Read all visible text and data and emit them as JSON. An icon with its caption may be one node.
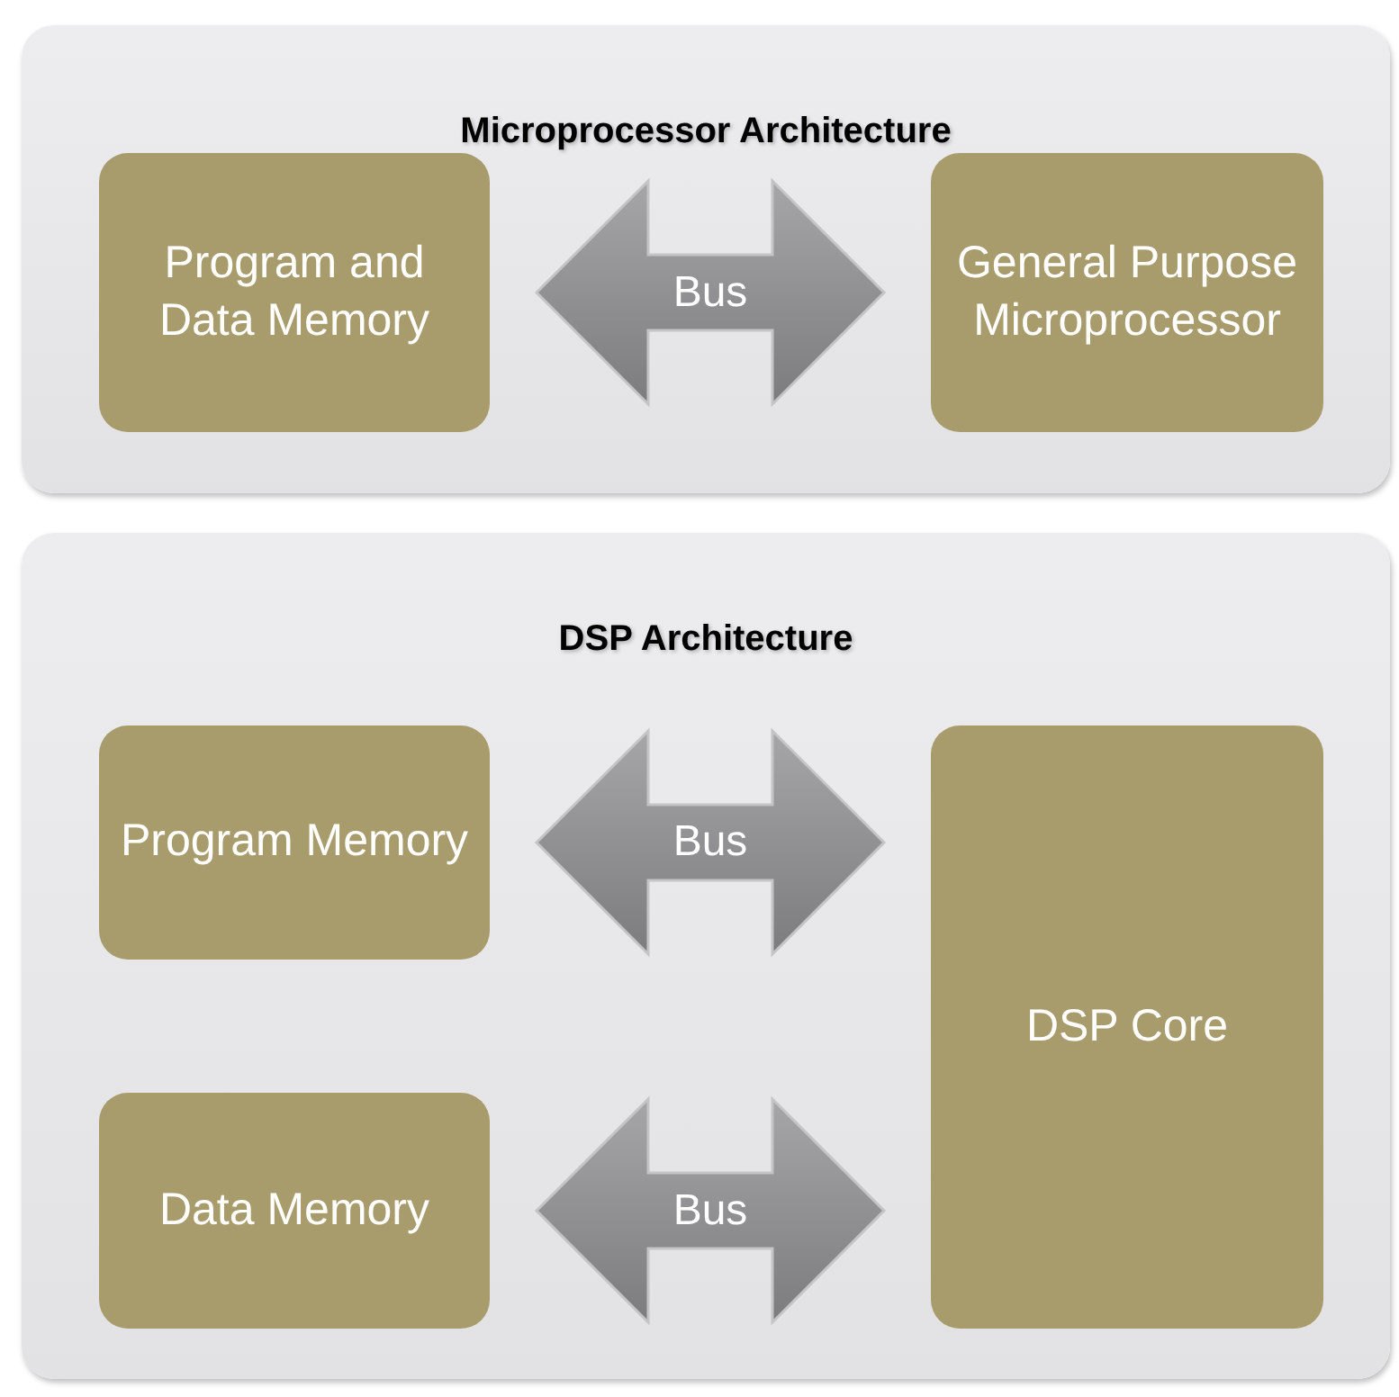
{
  "diagram": {
    "nodes": [
      {
        "text": [
          "Microprocessor Architecture"
        ]
      },
      {
        "text": [
          "Program and Data Memory"
        ],
        "in": 0
      },
      {
        "text": [
          "General Purpose Microprocessor"
        ],
        "in": 0
      },
      {
        "text": [
          "DSP Architecture"
        ]
      },
      {
        "text": [
          "Program Memory"
        ],
        "in": 3
      },
      {
        "text": [
          "Data Memory"
        ],
        "in": 3
      },
      {
        "text": [
          "DSP Core"
        ],
        "in": 3
      }
    ],
    "edges": [
      {
        "from": 1,
        "to": 2,
        "arrow": "both",
        "label": "Bus"
      },
      {
        "from": 4,
        "to": 6,
        "arrow": "both",
        "label": "Bus"
      },
      {
        "from": 5,
        "to": 6,
        "arrow": "both",
        "label": "Bus"
      }
    ]
  }
}
